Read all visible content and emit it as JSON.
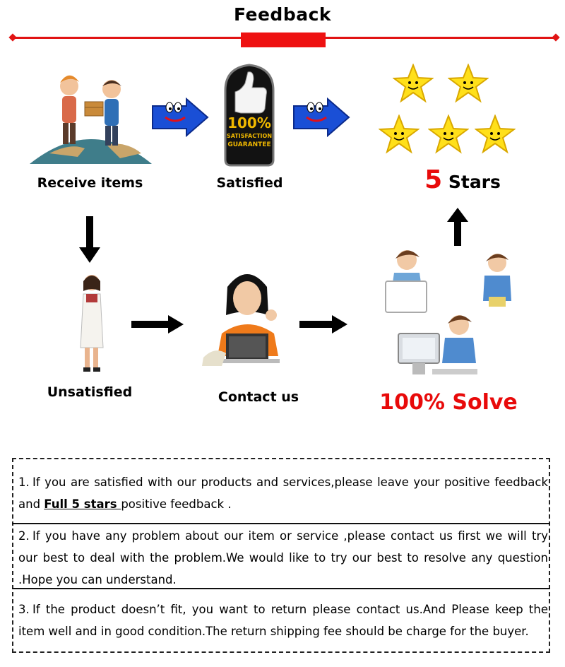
{
  "header": {
    "title": "Feedback",
    "accent_color": "#e11414"
  },
  "flow": {
    "receive_label": "Receive items",
    "satisfied_label": "Satisfied",
    "stars_number": "5",
    "stars_word": "Stars",
    "unsatisfied_label": "Unsatisfied",
    "contact_label": "Contact us",
    "solve_label": "100% Solve",
    "badge": {
      "line1": "100%",
      "line2": "SATISFACTION",
      "line3": "GUARANTEE"
    },
    "star_count": 5,
    "icons": [
      "handshake-globe-icon",
      "thumbs-up-badge-icon",
      "smiley-arrow-icon",
      "smiley-star-icon",
      "down-arrow-icon",
      "up-arrow-icon",
      "right-arrow-icon",
      "doctor-woman-icon",
      "call-center-woman-icon",
      "support-team-icon"
    ]
  },
  "notes": [
    {
      "num": "1.",
      "pre": "If you are satisfied with our products and services,please leave your positive feedback and ",
      "emph": "Full 5 stars ",
      "post": "positive feedback ."
    },
    {
      "num": "2.",
      "text": "If you have any problem about our item or service ,please contact us first we will try our best to deal with the problem.We would like to try our best to resolve any question .Hope you can understand."
    },
    {
      "num": "3.",
      "text": "If the product doesn’t fit, you want to return please contact us.And Please keep the item well and in good condition.The return shipping fee should be charge for the buyer."
    }
  ]
}
